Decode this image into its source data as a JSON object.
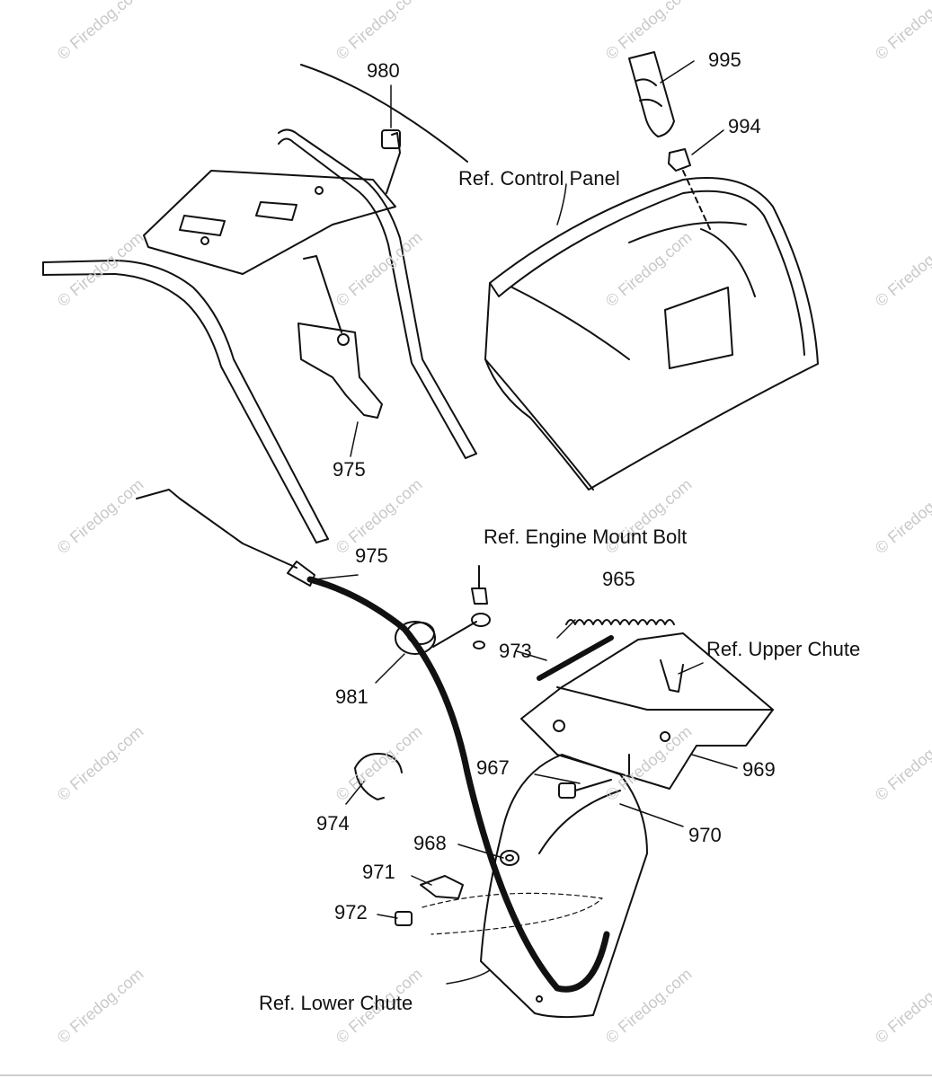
{
  "callouts": {
    "p980": "980",
    "p995": "995",
    "p994": "994",
    "ref_control_panel": "Ref. Control Panel",
    "p975_top": "975",
    "ref_engine_mount_bolt": "Ref. Engine Mount Bolt",
    "p975_cable": "975",
    "p965": "965",
    "p973": "973",
    "ref_upper_chute": "Ref. Upper Chute",
    "p981": "981",
    "p967": "967",
    "p969": "969",
    "p974": "974",
    "p970": "970",
    "p968": "968",
    "p971": "971",
    "p972": "972",
    "ref_lower_chute": "Ref. Lower Chute"
  },
  "watermark": "© Firedog.com",
  "colors": {
    "line": "#111111",
    "watermark": "#c9c9c9",
    "background": "#ffffff"
  }
}
